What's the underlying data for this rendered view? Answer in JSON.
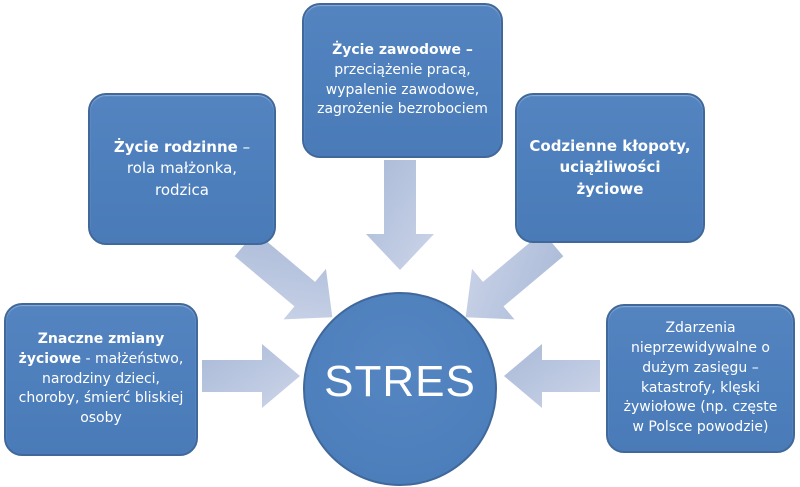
{
  "diagram": {
    "center": {
      "label": "STRES"
    },
    "boxes": {
      "work": {
        "bold": "Życie zawodowe –",
        "rest": " przeciążenie pracą, wypalenie zawodowe, zagrożenie bezrobociem"
      },
      "family": {
        "bold": "Życie rodzinne",
        "rest": " – rola małżonka, rodzica"
      },
      "daily": {
        "bold": "Codzienne kłopoty, uciążliwości życiowe",
        "rest": ""
      },
      "changes": {
        "bold": "Znaczne zmiany życiowe",
        "rest": " - małżeństwo, narodziny dzieci, choroby, śmierć bliskiej osoby"
      },
      "events": {
        "bold": "",
        "rest": "Zdarzenia nieprzewidywalne o dużym zasięgu – katastrofy, klęski żywiołowe (np. częste w Polsce powodzie)"
      }
    },
    "colors": {
      "box_fill": "#4f81bd",
      "box_border": "#40689b",
      "arrow_light": "#ccd5e9",
      "arrow_dark": "#a9b9d7",
      "text": "#ffffff"
    }
  }
}
